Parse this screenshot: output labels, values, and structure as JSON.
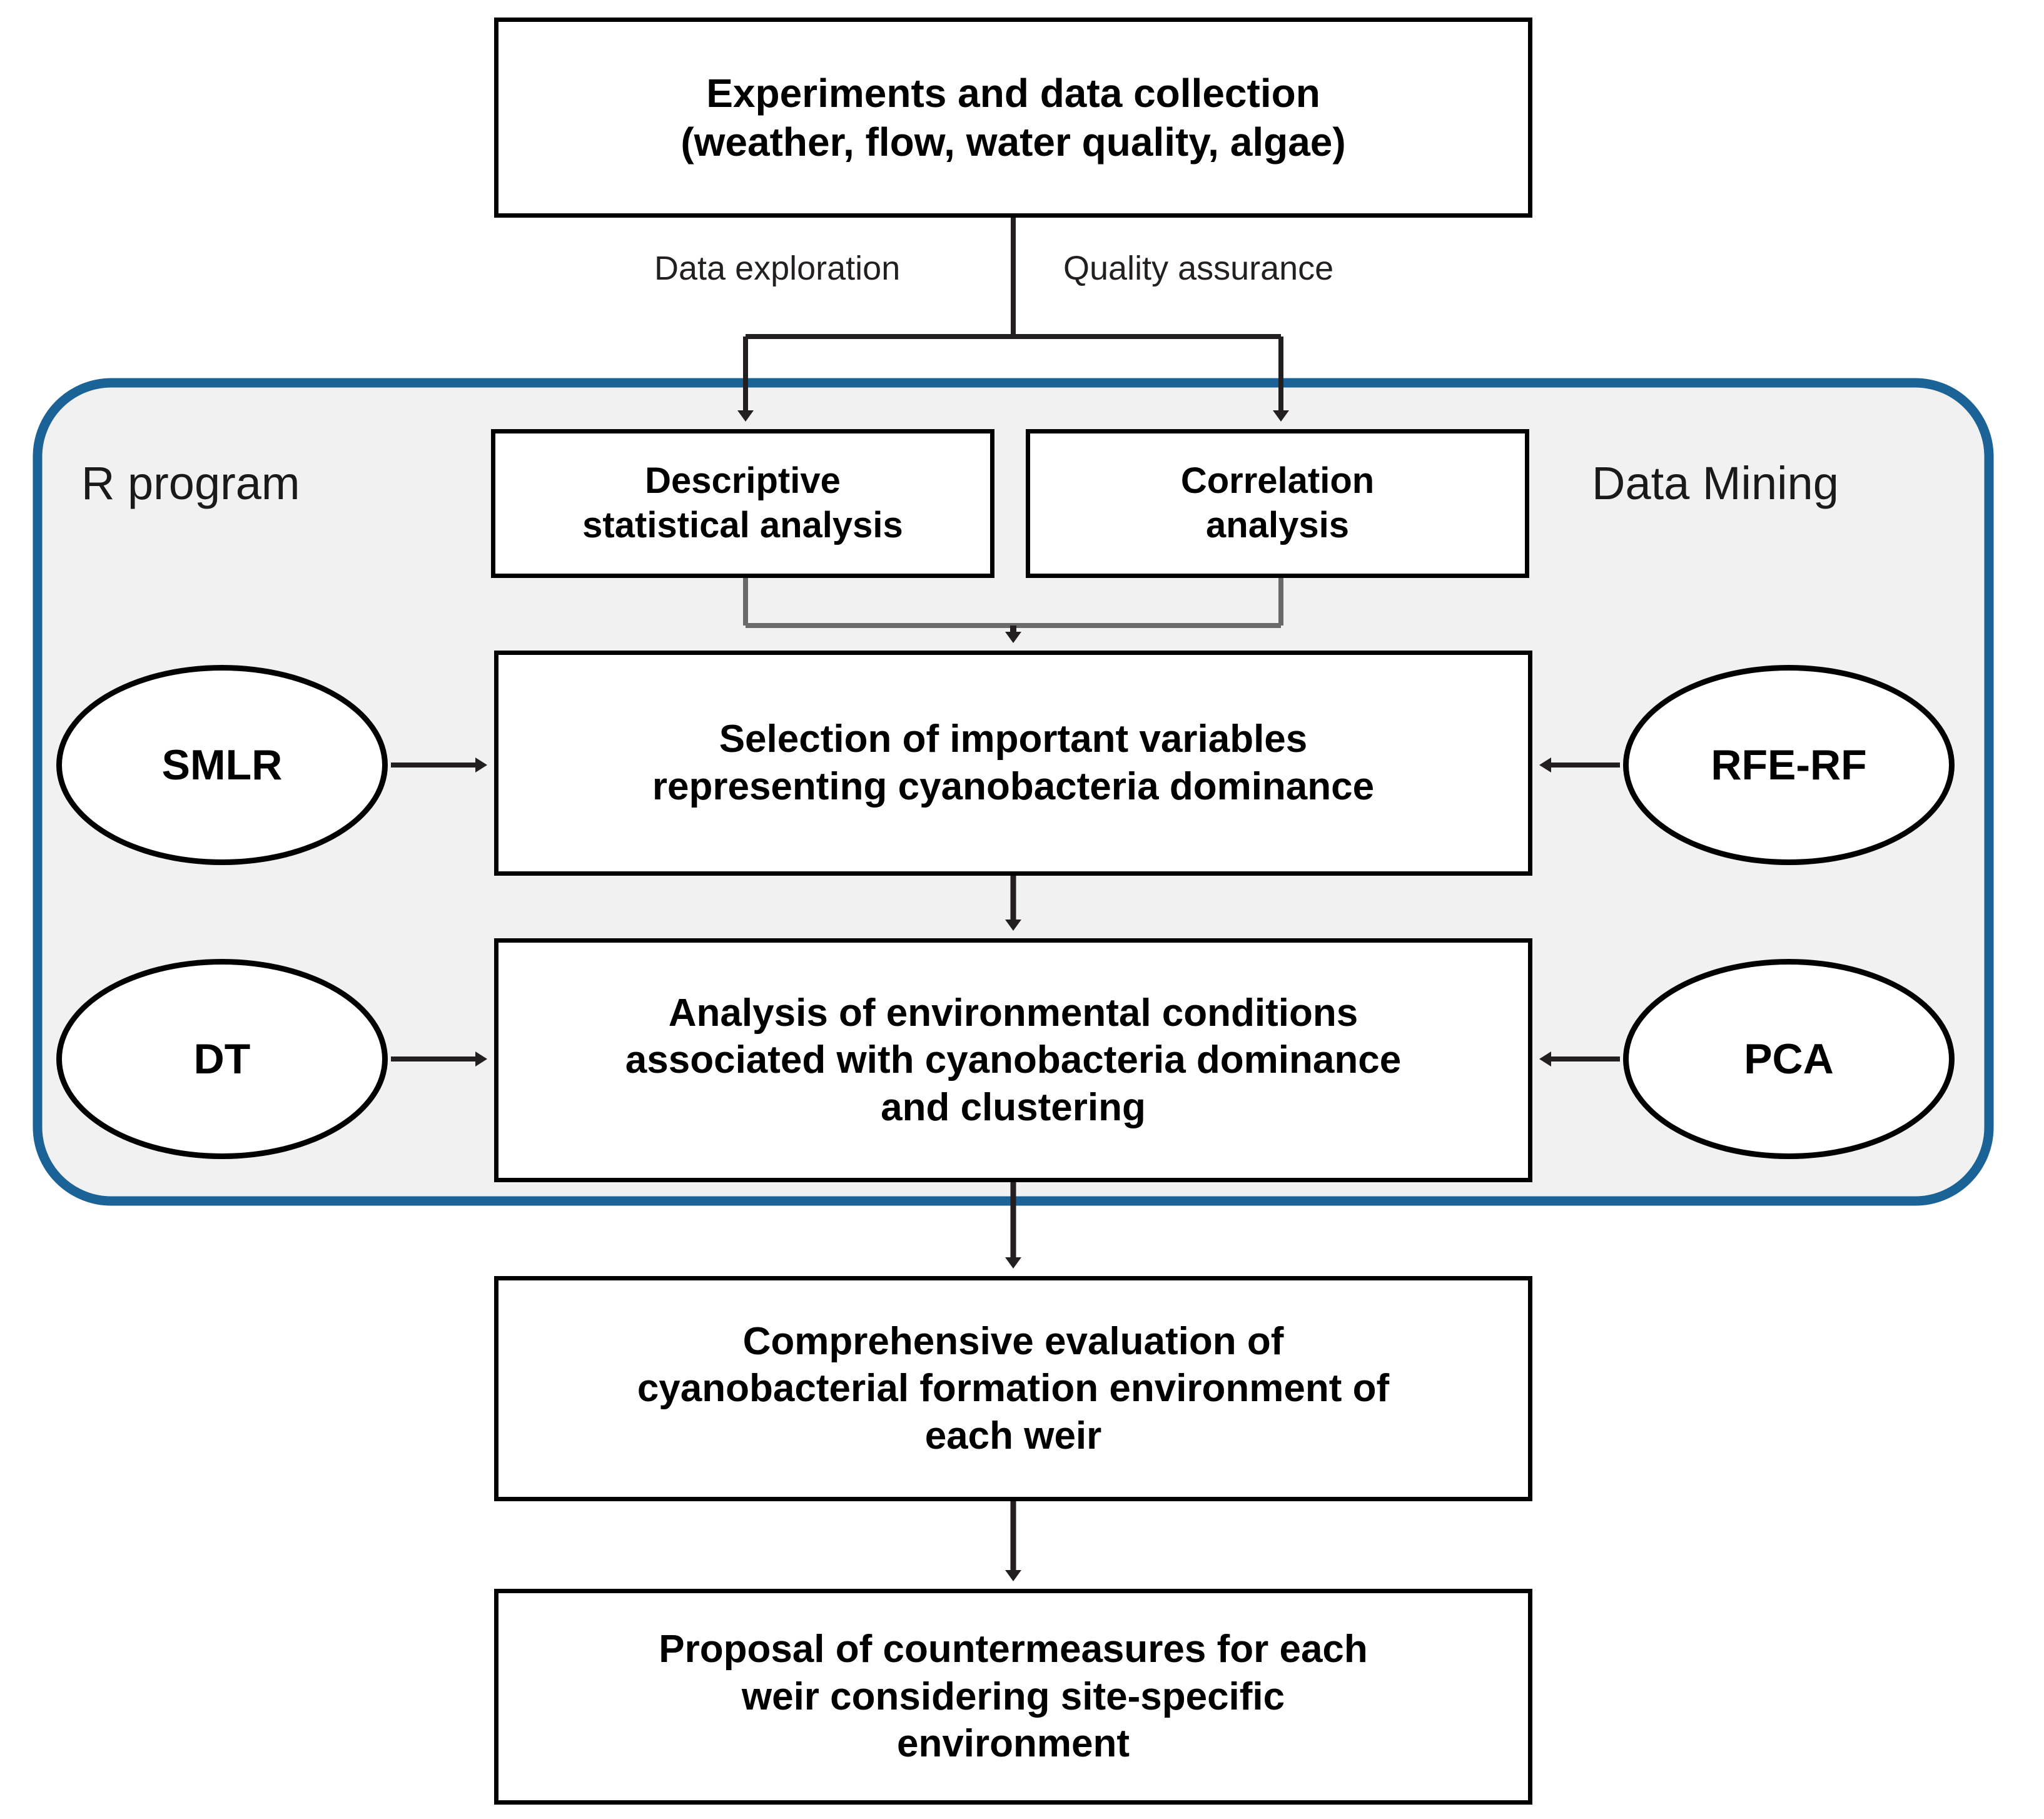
{
  "diagram": {
    "title_nodes": {
      "experiments": "Experiments and data collection\n(weather, flow, water quality, algae)",
      "descriptive": "Descriptive\nstatistical analysis",
      "correlation": "Correlation\nanalysis",
      "selection": "Selection of important variables\nrepresenting cyanobacteria dominance",
      "analysis": "Analysis of environmental conditions\nassociated with cyanobacteria dominance\nand clustering",
      "evaluation": "Comprehensive evaluation of\ncyanobacterial formation environment of\neach weir",
      "proposal": "Proposal of countermeasures for each\nweir considering site-specific\nenvironment"
    },
    "methods": {
      "smlr": "SMLR",
      "dt": "DT",
      "rfe_rf": "RFE-RF",
      "pca": "PCA"
    },
    "edge_labels": {
      "data_exploration": "Data exploration",
      "quality_assurance": "Quality assurance"
    },
    "group": {
      "left_label": "R program",
      "right_label": "Data Mining",
      "border_color": "#1b6296",
      "fill_color": "#f1f1f1"
    },
    "colors": {
      "node_stroke": "#000000",
      "node_fill": "#ffffff",
      "connector": "#231f20",
      "text": "#000000",
      "page_background": "#ffffff"
    }
  }
}
